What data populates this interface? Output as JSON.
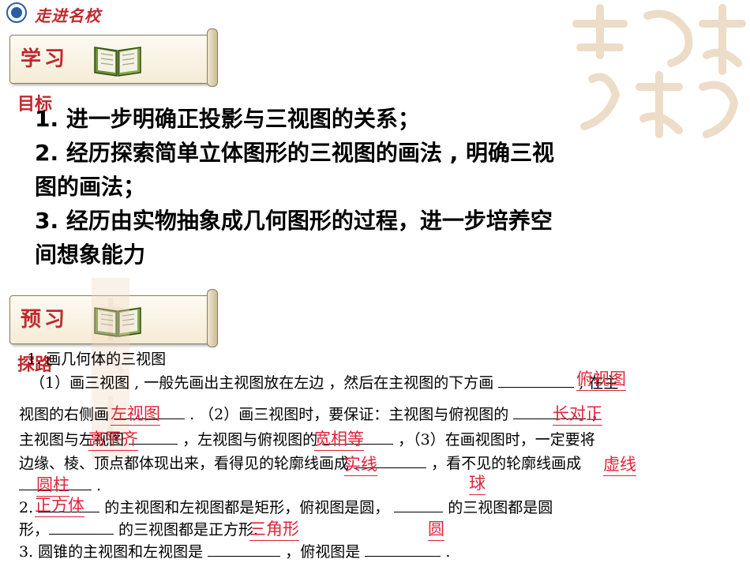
{
  "header": {
    "logo_text": "走进名校"
  },
  "section1": {
    "banner_label": "学习",
    "sub_label": "目标"
  },
  "goals": [
    "1. 进一步明确正投影与三视图的关系；",
    "2. 经历探索简单立体图形的三视图的画法 , 明确三视",
    "图的画法；",
    "3. 经历由实物抽象成几何图形的过程，进一步培养空",
    "间想象能力"
  ],
  "section2": {
    "banner_label": "预习",
    "sub_label": "探路"
  },
  "body": {
    "line1": "1. 画几何体的三视图",
    "line2_a": "（1）画三视图 , 一般先画出主视图放在左边 ，然后在主视图的下方画 ",
    "line2_b": " , 在主",
    "line3_a": "视图的右侧画 ",
    "line3_b": " . （2）画三视图时，要保证：主视图与俯视图的 ",
    "line3_c": " ，",
    "line4_a": "主视图与左视图 ",
    "line4_b": " ，左视图与俯视图的 ",
    "line4_c": " ，（3）在画视图时，一定要将",
    "line5_a": "边缘、棱、顶点都体现出来，看得见的轮廓线画成 ",
    "line5_b": " ，看不见的轮廓线画成",
    "line6_a": " .",
    "line7_a": "2. ",
    "line7_b": " 的主视图和左视图都是矩形，俯视图是圆， ",
    "line7_c": " 的三视图都是圆",
    "line8_a": "形，",
    "line8_b": " 的三视图都是正方形.",
    "line9_a": "3. 圆锥的主视图和左视图是 ",
    "line9_b": " ，俯视图是 ",
    "line9_c": " ."
  },
  "answers": {
    "a1": "俯视图",
    "a2": "左视图",
    "a3": "长对正",
    "a4": "高平齐",
    "a5": "宽相等",
    "a6": "实线",
    "a7": "虚线",
    "a8": "圆柱",
    "a9": "球",
    "a10": "正方体",
    "a11": "三角形",
    "a12": "圆"
  },
  "colors": {
    "accent_red": "#c0282e",
    "answer_red": "#e0243a",
    "scroll_bg": "#f5ecd6"
  }
}
